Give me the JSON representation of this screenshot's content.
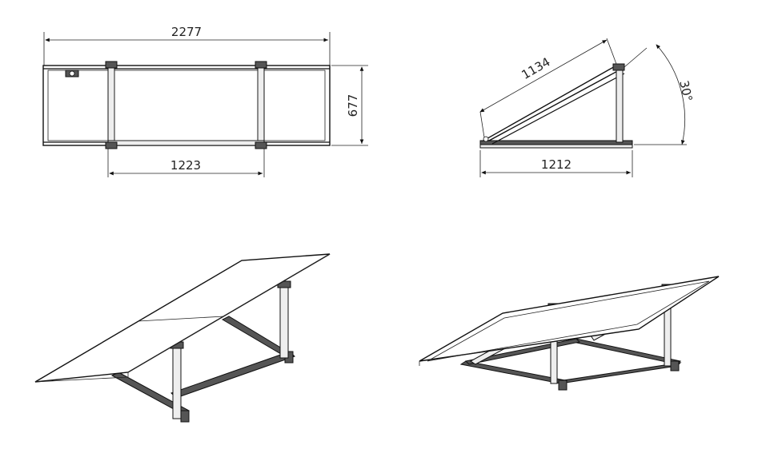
{
  "views": {
    "top": {
      "overall_width": "2277",
      "height": "677",
      "frame_span": "1223"
    },
    "side": {
      "panel_length": "1134",
      "base_length": "1212",
      "tilt_angle": "30°"
    }
  }
}
